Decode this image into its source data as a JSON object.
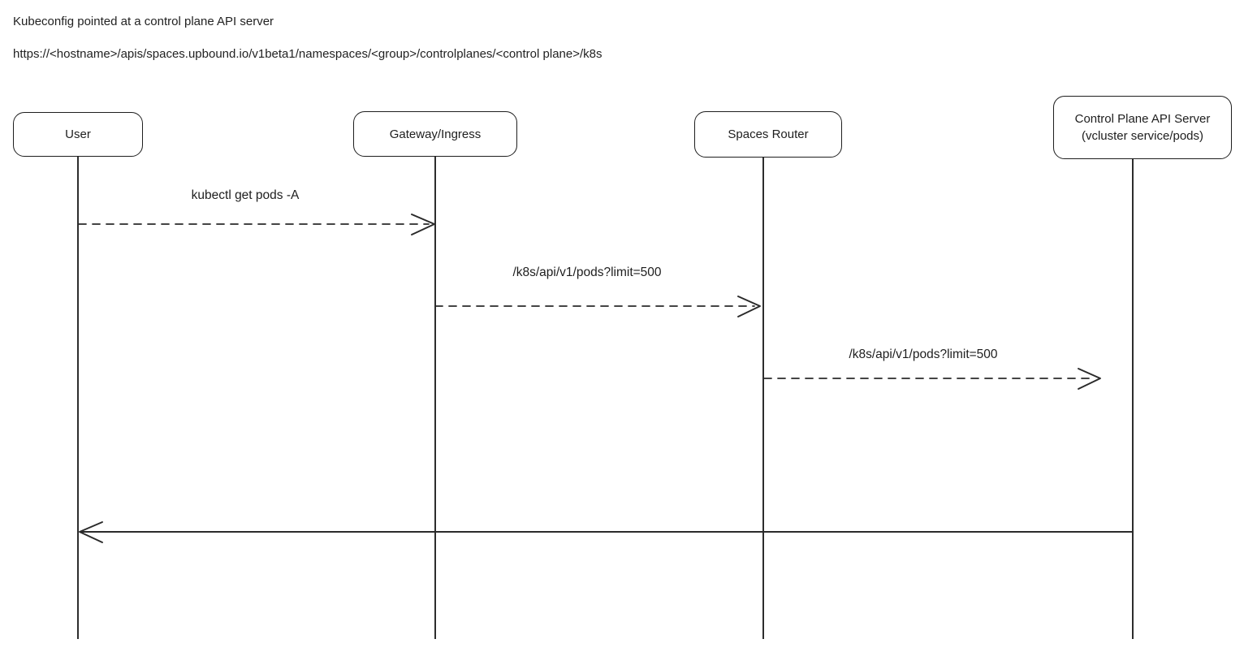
{
  "header": {
    "title": "Kubeconfig pointed at a control plane API server",
    "url": "https://<hostname>/apis/spaces.upbound.io/v1beta1/namespaces/<group>/controlplanes/<control plane>/k8s"
  },
  "diagram": {
    "type": "sequence-diagram",
    "style": "hand-drawn",
    "colors": {
      "stroke": "#1e1e1e",
      "arrow": "#2a2a2a",
      "text": "#1e1e1e",
      "background": "#ffffff"
    },
    "actors": [
      {
        "label": "User"
      },
      {
        "label": "Gateway/Ingress"
      },
      {
        "label": "Spaces Router"
      },
      {
        "label": "Control Plane API Server",
        "sublabel": "(vcluster service/pods)"
      }
    ],
    "messages": [
      {
        "from": "User",
        "to": "Gateway/Ingress",
        "label": "kubectl get pods -A",
        "line": "dashed",
        "direction": "right"
      },
      {
        "from": "Gateway/Ingress",
        "to": "Spaces Router",
        "label": "/k8s/api/v1/pods?limit=500",
        "line": "dashed",
        "direction": "right"
      },
      {
        "from": "Spaces Router",
        "to": "Control Plane API Server",
        "label": "/k8s/api/v1/pods?limit=500",
        "line": "dashed",
        "direction": "right"
      },
      {
        "from": "Control Plane API Server",
        "to": "User",
        "label": "",
        "line": "solid",
        "direction": "left"
      }
    ]
  }
}
